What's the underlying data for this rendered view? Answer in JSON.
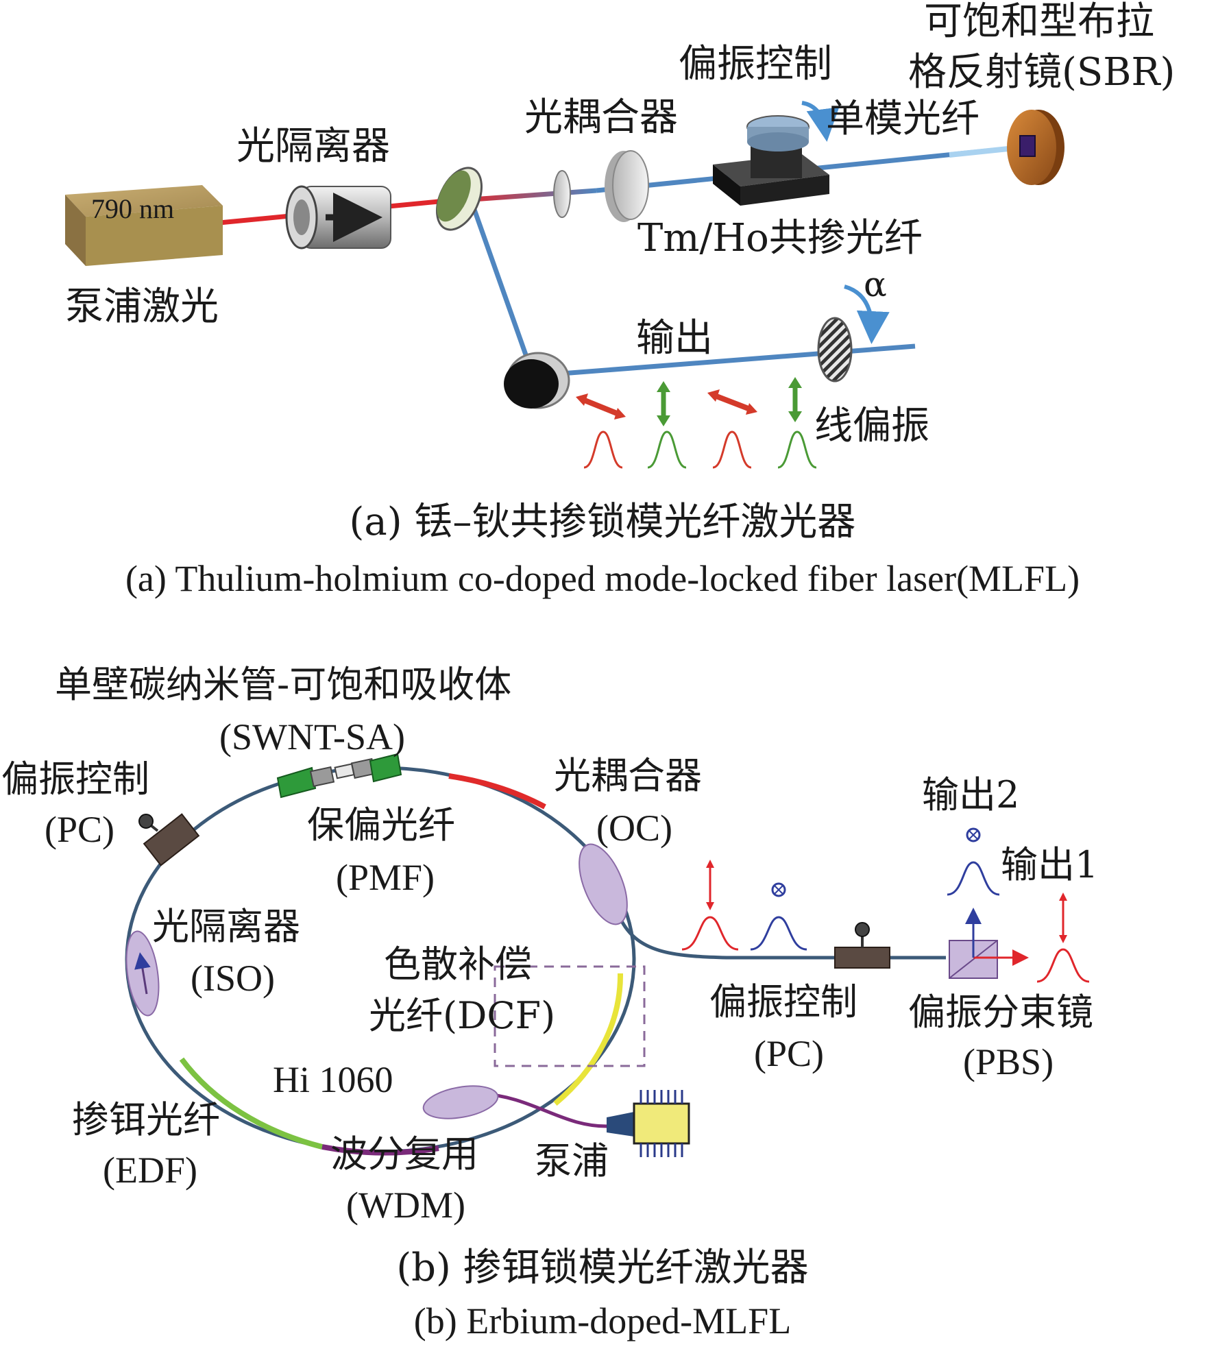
{
  "panel_a": {
    "pump_source": "790 nm",
    "labels": {
      "pump_laser": "泵浦激光",
      "isolator": "光隔离器",
      "coupler": "光耦合器",
      "polarization_control": "偏振控制",
      "single_mode_fiber": "单模光纤",
      "sbr_line1": "可饱和型布拉",
      "sbr_line2": "格反射镜(SBR)",
      "doped_fiber": "Tm/Ho共掺光纤",
      "alpha": "α",
      "output": "输出",
      "linear_polarization": "线偏振"
    },
    "caption_cn": "(a) 铥–钬共掺锁模光纤激光器",
    "caption_en": "(a) Thulium-holmium co-doped mode-locked fiber laser(MLFL)"
  },
  "panel_b": {
    "labels": {
      "swnt_sa_cn": "单壁碳纳米管-可饱和吸收体",
      "swnt_sa_en": "(SWNT-SA)",
      "pc_cn": "偏振控制",
      "pc_en": "(PC)",
      "pmf_cn": "保偏光纤",
      "pmf_en": "(PMF)",
      "oc_cn": "光耦合器",
      "oc_en": "(OC)",
      "iso_cn": "光隔离器",
      "iso_en": "(ISO)",
      "dcf_line1": "色散补偿",
      "dcf_line2": "光纤(DCF)",
      "hi1060": "Hi 1060",
      "edf_cn": "掺铒光纤",
      "edf_en": "(EDF)",
      "wdm_cn": "波分复用",
      "wdm_en": "(WDM)",
      "pump": "泵浦",
      "output2": "输出2",
      "output1": "输出1",
      "pc2_cn": "偏振控制",
      "pc2_en": "(PC)",
      "pbs_cn": "偏振分束镜",
      "pbs_en": "(PBS)"
    },
    "caption_cn": "(b) 掺铒锁模光纤激光器",
    "caption_en": "(b) Erbium-doped-MLFL"
  },
  "colors": {
    "pump_beam": "#e0262b",
    "cavity_beam": "#4f86c0",
    "fiber": "#3c5a78",
    "pmf": "#e02a2a",
    "dcf": "#e8e43a",
    "edf": "#7cc242",
    "hi1060": "#7a2a7a",
    "component": "#c9b8dc",
    "green_arrow": "#4a9a35",
    "red_arrow": "#d43a2a",
    "blue_pulse": "#2f3e9e"
  }
}
